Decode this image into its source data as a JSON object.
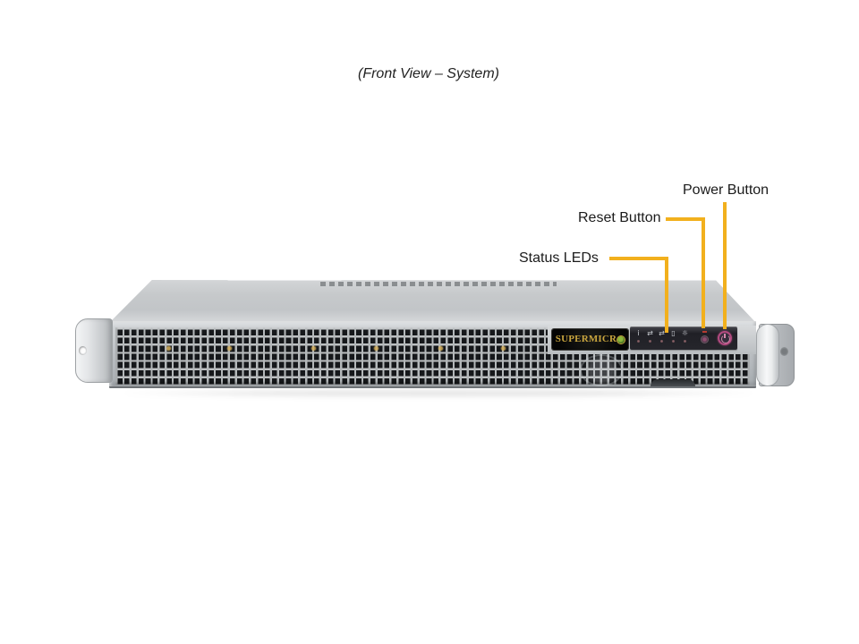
{
  "figure": {
    "title": "(Front View – System)"
  },
  "callouts": {
    "power_button": {
      "label": "Power Button"
    },
    "reset_button": {
      "label": "Reset Button"
    },
    "status_leds": {
      "label": "Status LEDs"
    }
  },
  "server": {
    "badge": {
      "brand": "SUPERMICR",
      "brand_globe": "O"
    },
    "control_panel": {
      "leds": [
        {
          "name": "info-led",
          "glyph": "i"
        },
        {
          "name": "nic1-led",
          "glyph": "⇄"
        },
        {
          "name": "nic2-led",
          "glyph": "⇄"
        },
        {
          "name": "hdd-led",
          "glyph": "▯"
        },
        {
          "name": "power-led",
          "glyph": "☼"
        }
      ]
    }
  },
  "colors": {
    "callout_line": "#F2B01D",
    "power_button_ring": "#B34A80",
    "badge_gold": "#C9A53E",
    "chassis_silver": "#BCC0C3",
    "panel_dark": "#222228"
  }
}
